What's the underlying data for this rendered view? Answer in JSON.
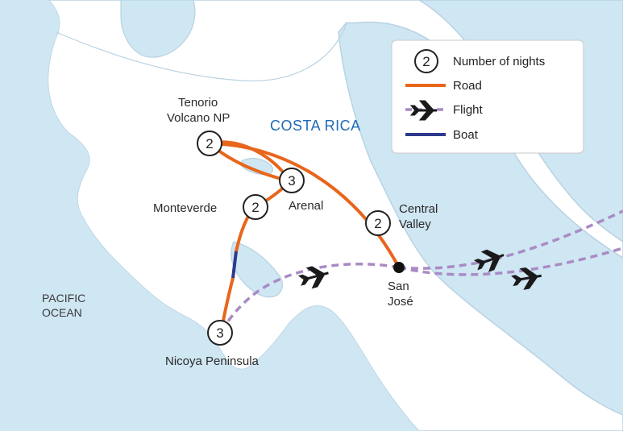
{
  "map": {
    "country": "COSTA RICA",
    "ocean_line1": "PACIFIC",
    "ocean_line2": "OCEAN"
  },
  "places": {
    "tenorio_line1": "Tenorio",
    "tenorio_line2": "Volcano NP",
    "arenal": "Arenal",
    "monteverde": "Monteverde",
    "central_line1": "Central",
    "central_line2": "Valley",
    "sanjose_line1": "San",
    "sanjose_line2": "José",
    "nicoya": "Nicoya Peninsula"
  },
  "nights": {
    "tenorio": "2",
    "arenal": "3",
    "monteverde": "2",
    "central_valley": "2",
    "nicoya": "3"
  },
  "legend": {
    "nights_number": "2",
    "nights_label": "Number of nights",
    "road_label": "Road",
    "flight_label": "Flight",
    "boat_label": "Boat"
  },
  "colors": {
    "sea": "#cfe6f3",
    "land": "#ffffff",
    "road": "#e8661c",
    "flight": "#a98bc5",
    "boat": "#2e3a8c",
    "country_label": "#1f6bb5"
  },
  "icons": [
    "airplane-icon",
    "city-dot-icon",
    "night-count-circle-icon"
  ]
}
